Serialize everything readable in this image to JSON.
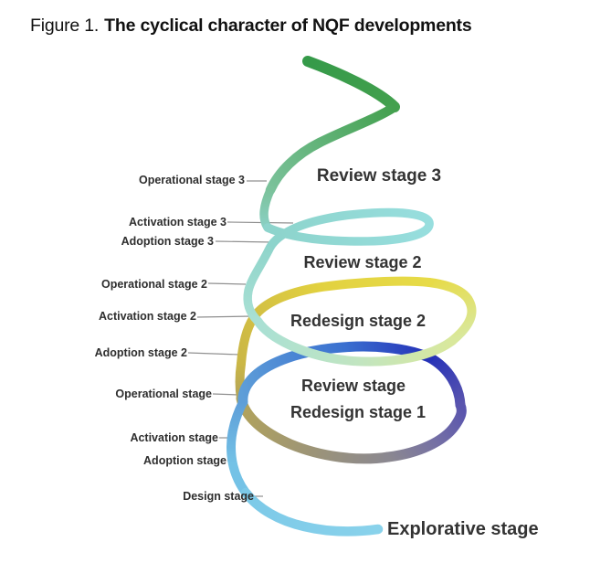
{
  "title": {
    "prefix": "Figure 1.",
    "main": "The cyclical character of NQF developments"
  },
  "left_labels": {
    "operational_stage_3": "Operational stage 3",
    "activation_stage_3": "Activation stage 3",
    "adoption_stage_3": "Adoption stage 3",
    "operational_stage_2": "Operational stage 2",
    "activation_stage_2": "Activation stage 2",
    "adoption_stage_2": "Adoption stage 2",
    "operational_stage": "Operational stage",
    "activation_stage": "Activation stage",
    "adoption_stage": "Adoption stage",
    "design_stage": "Design stage"
  },
  "spiral_labels": {
    "review_stage_3": "Review stage 3",
    "review_stage_2": "Review stage 2",
    "redesign_stage_2": "Redesign stage 2",
    "review_stage": "Review stage",
    "redesign_stage_1": "Redesign stage 1",
    "explorative_stage": "Explorative stage"
  },
  "colors": {
    "green_dark": "#359A49",
    "green_light": "#7BC29B",
    "teal": "#8DD4CC",
    "teal_pale": "#A9E0D4",
    "green_pale": "#D9E89C",
    "yellow": "#E7DB48",
    "olive": "#B2A35A",
    "gray": "#8B8890",
    "purple": "#5A55AE",
    "blue_dark": "#2531B8",
    "blue_medium": "#3A70D0",
    "blue_sky": "#5E9ED8",
    "cyan_light": "#89D2EB",
    "leader_line": "#909090",
    "label_text": "#2E2E2E",
    "loop_label_text": "#333333"
  }
}
